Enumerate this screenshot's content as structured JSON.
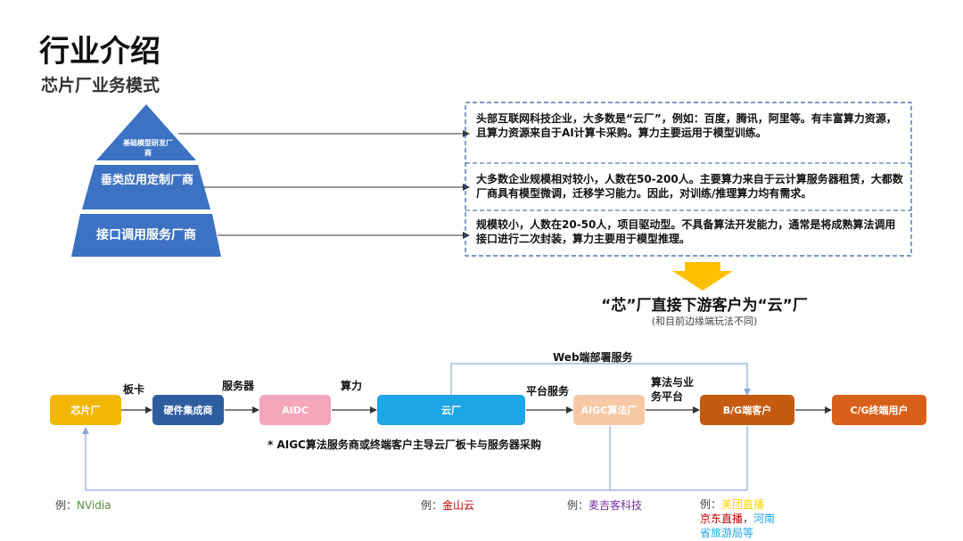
{
  "title": "行业介绍",
  "subtitle": "芯片厂业务模式",
  "pyramid": {
    "top": "基础模型研发厂商",
    "middle": "垂类应用定制厂商",
    "bottom": "接口调用服务厂商"
  },
  "info": [
    "头部互联网科技企业，大多数是“云厂”，例如：百度，腾讯，阿里等。有丰富算力资源，且算力资源来自于AI计算卡采购。算力主要运用于模型训练。",
    "大多数企业规模相对较小，人数在50-200人。主要算力来自于云计算服务器租赁，大都数厂商具有模型微调，迁移学习能力。因此，对训练/推理算力均有需求。",
    "规模较小，人数在20-50人，项目驱动型。不具备算法开发能力，通常是将成熟算法调用接口进行二次封装，算力主要用于模型推理。"
  ],
  "conclusion": {
    "text": "“芯”厂直接下游客户为“云”厂",
    "note": "(和目前边缘端玩法不同)"
  },
  "flow": {
    "nodes": {
      "chip": "芯片厂",
      "hardware": "硬件集成商",
      "aidc": "AIDC",
      "cloud": "云厂",
      "aigc": "AIGC算法厂",
      "bg": "B/G端客户",
      "cg": "C/G终端用户"
    },
    "labels": {
      "board": "板卡",
      "server": "服务器",
      "compute": "算力",
      "platform": "平台服务",
      "algo_line1": "算法与业",
      "algo_line2": "务平台",
      "web": "Web端部署服务"
    },
    "note": "* AIGC算法服务商或终端客户主导云厂板卡与服务器采购"
  },
  "examples": {
    "chip_prefix": "例：",
    "chip_value": "NVidia",
    "cloud_prefix": "例：",
    "cloud_value": "金山云",
    "aigc_prefix": "例：",
    "aigc_value": "麦吉客科技",
    "bg_prefix": "例：",
    "bg_value1": "美团直播",
    "bg_value2": "京东直播",
    "bg_sep": "，",
    "bg_value3": "河南",
    "bg_value4": "省旅游局等"
  },
  "colors": {
    "pyramid": "#3d72c2",
    "chip": "#f2b705",
    "hardware": "#2e5d9f",
    "aidc": "#f3a6bc",
    "cloud": "#1ea5e6",
    "aigc": "#f7c8a6",
    "bg": "#c55a11",
    "cg": "#d9601a",
    "arrow_down": "#ffc000"
  }
}
